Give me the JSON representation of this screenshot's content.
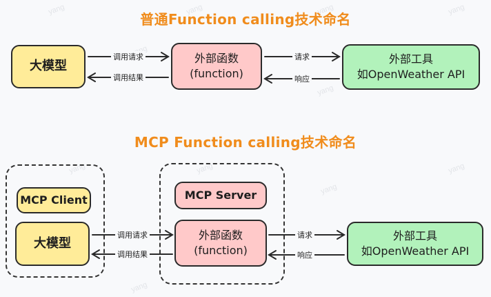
{
  "watermark": "yang",
  "section1": {
    "title": "普通Function calling技术命名",
    "llm": "大模型",
    "func_line1": "外部函数",
    "func_line2": "(function)",
    "tool_line1": "外部工具",
    "tool_line2": "如OpenWeather API",
    "call_request": "调用请求",
    "call_result": "调用结果",
    "request": "请求",
    "response": "响应"
  },
  "section2": {
    "title": "MCP Function calling技术命名",
    "client": "MCP Client",
    "llm": "大模型",
    "server": "MCP Server",
    "func_line1": "外部函数",
    "func_line2": "(function)",
    "tool_line1": "外部工具",
    "tool_line2": "如OpenWeather API",
    "call_request": "调用请求",
    "call_result": "调用结果",
    "request": "请求",
    "response": "响应"
  },
  "colors": {
    "title": "#f08c1c",
    "yellow": "#ffec99",
    "pink": "#ffc9c9",
    "green": "#b2f2bb"
  }
}
